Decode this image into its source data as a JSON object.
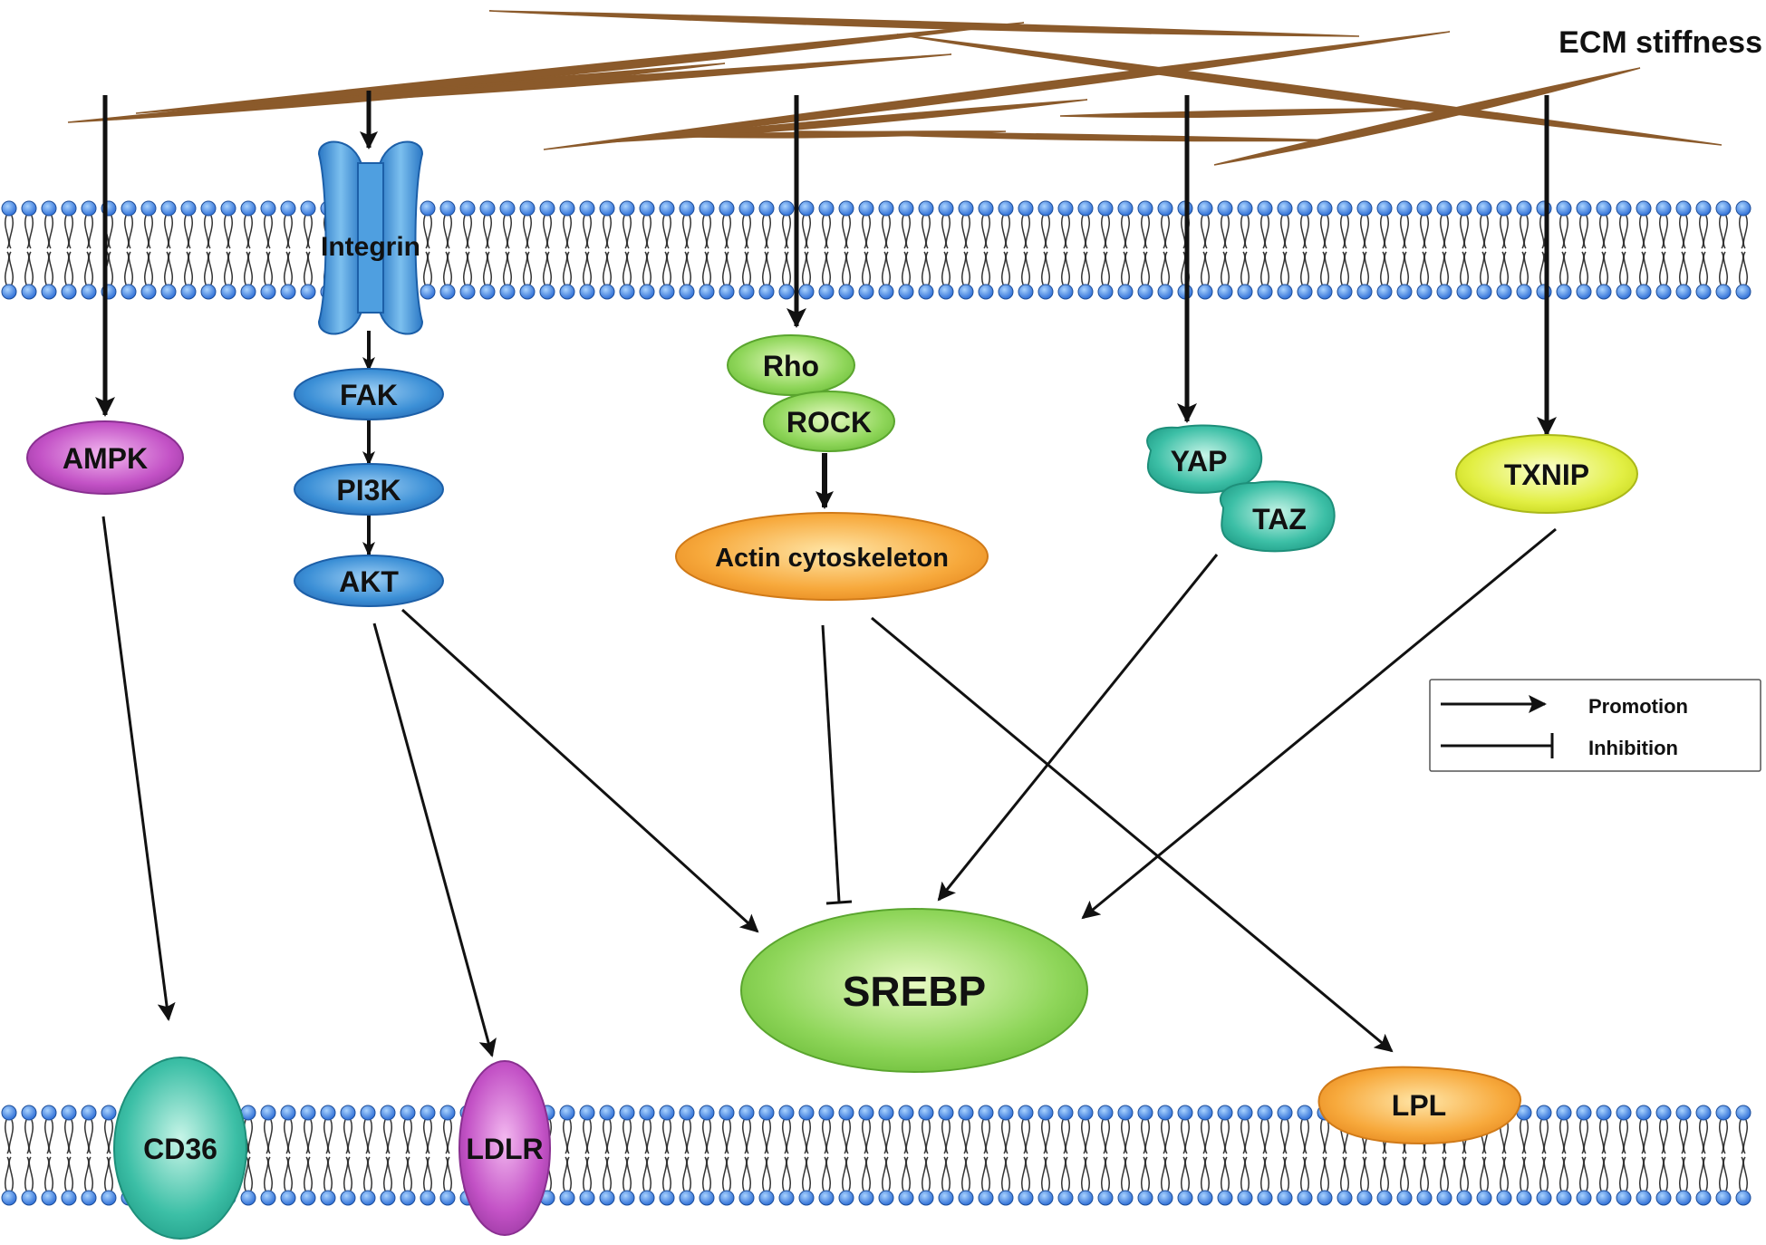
{
  "title": "ECM stiffness",
  "colors": {
    "fiber": "#8b5a2b",
    "head": "#2f6fd6",
    "tail": "#333333",
    "arrow": "#111111"
  },
  "nodes": {
    "integrin": "Integrin",
    "fak": "FAK",
    "pi3k": "PI3K",
    "akt": "AKT",
    "ampk": "AMPK",
    "rho": "Rho",
    "rock": "ROCK",
    "actin": "Actin cytoskeleton",
    "yap": "YAP",
    "taz": "TAZ",
    "txnip": "TXNIP",
    "srebp": "SREBP",
    "cd36": "CD36",
    "ldlr": "LDLR",
    "lpl": "LPL"
  },
  "legend": {
    "promotion": "Promotion",
    "inhibition": "Inhibition"
  }
}
